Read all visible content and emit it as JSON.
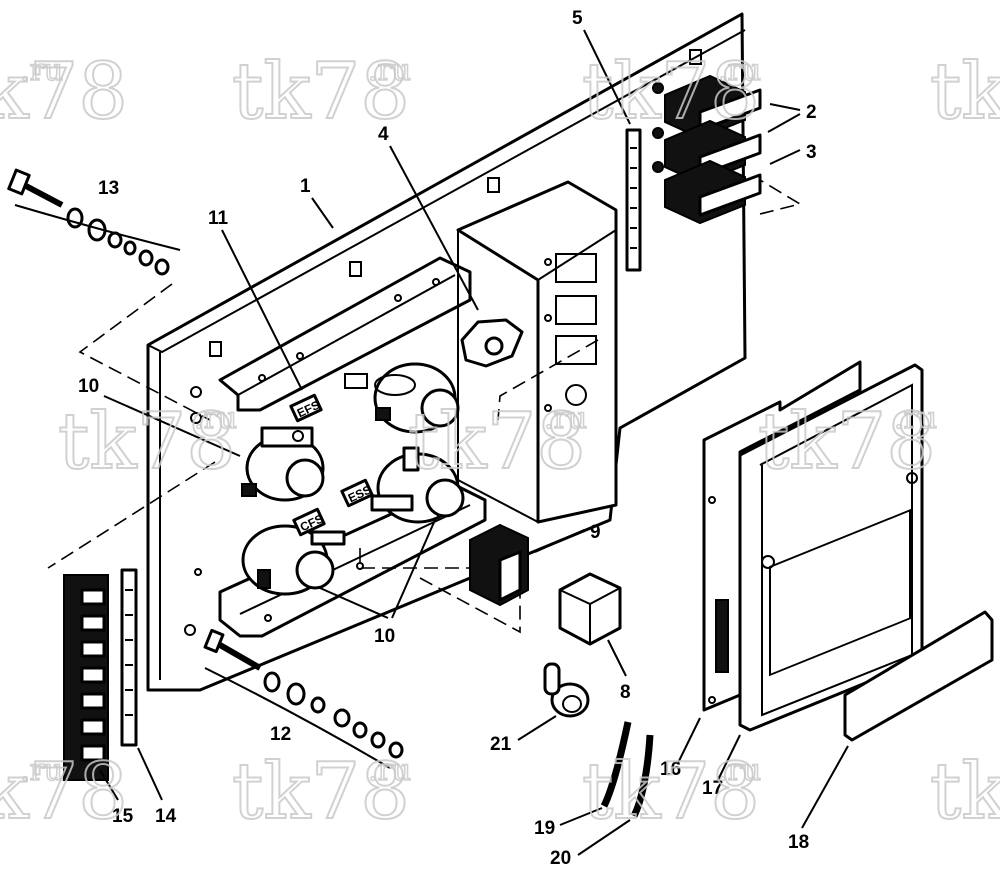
{
  "watermark": {
    "text": "tk78",
    "suffix": ".ru"
  },
  "component_labels": {
    "efs_top": "EFS",
    "ess": "ESS",
    "efs_bottom": "CFS"
  },
  "callouts": {
    "c1": "1",
    "c2": "2",
    "c3": "3",
    "c4": "4",
    "c5": "5",
    "c8": "8",
    "c9": "9",
    "c10a": "10",
    "c10b": "10",
    "c11": "11",
    "c12": "12",
    "c13": "13",
    "c14": "14",
    "c15": "15",
    "c16": "16",
    "c17": "17",
    "c18": "18",
    "c19": "19",
    "c20": "20",
    "c21": "21"
  }
}
